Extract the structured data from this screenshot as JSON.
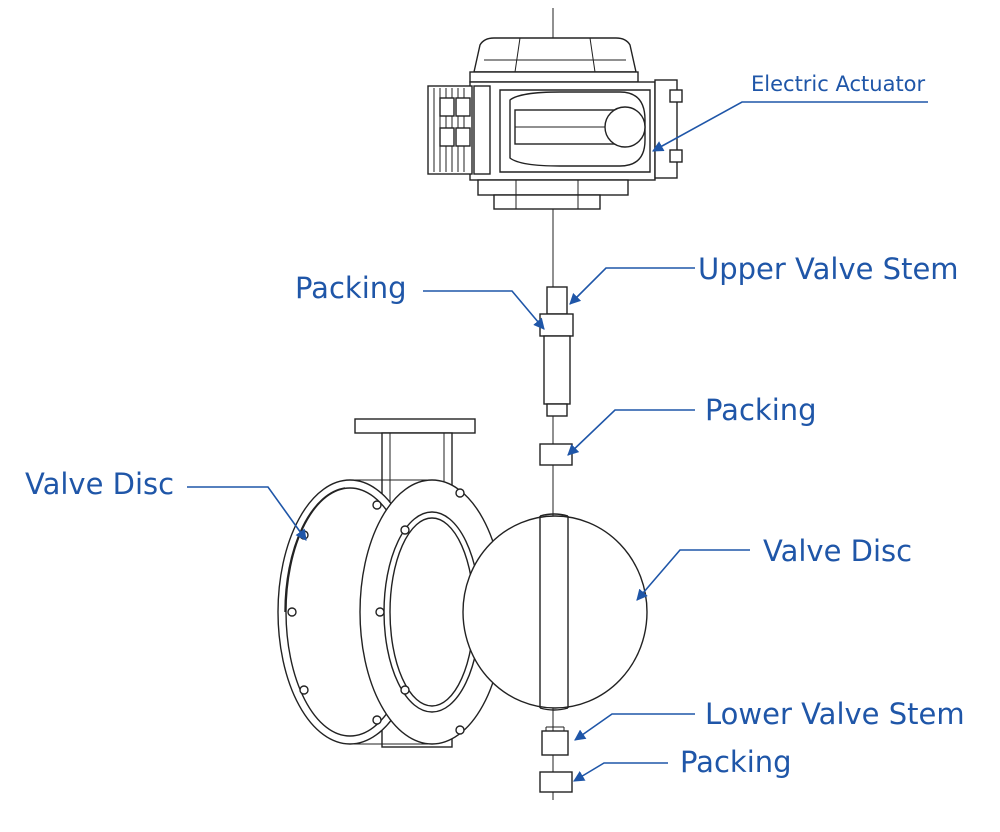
{
  "labels": {
    "electric_actuator": "Electric Actuator",
    "upper_valve_stem": "Upper Valve Stem",
    "packing_upper_left": "Packing",
    "packing_middle": "Packing",
    "valve_disc_left": "Valve Disc",
    "valve_disc_right": "Valve Disc",
    "lower_valve_stem": "Lower Valve Stem",
    "packing_bottom": "Packing"
  },
  "colors": {
    "label": "#1f56a8",
    "line": "#222222",
    "background": "#ffffff"
  }
}
